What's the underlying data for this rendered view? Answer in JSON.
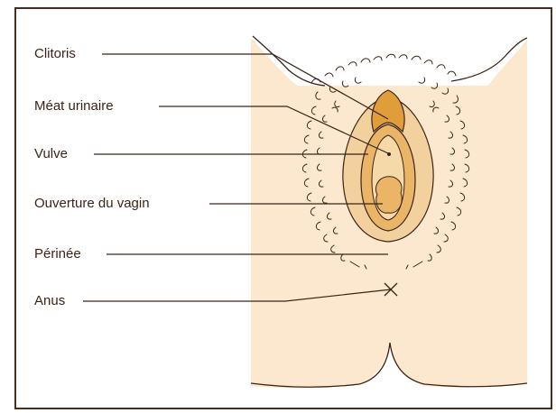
{
  "labels": {
    "clitoris": "Clitoris",
    "meat_urinaire": "Méat urinaire",
    "vulve": "Vulve",
    "ouverture_vagin": "Ouverture du vagin",
    "perinee": "Périnée",
    "anus": "Anus"
  },
  "colors": {
    "border": "#4a2e1d",
    "skin": "#fbe8cf",
    "outer_lips": "#f3d19f",
    "inner_lips": "#eab566",
    "clitoral_hood": "#e09e3a",
    "opening": "#f6d9a8",
    "line": "#3b2417"
  }
}
